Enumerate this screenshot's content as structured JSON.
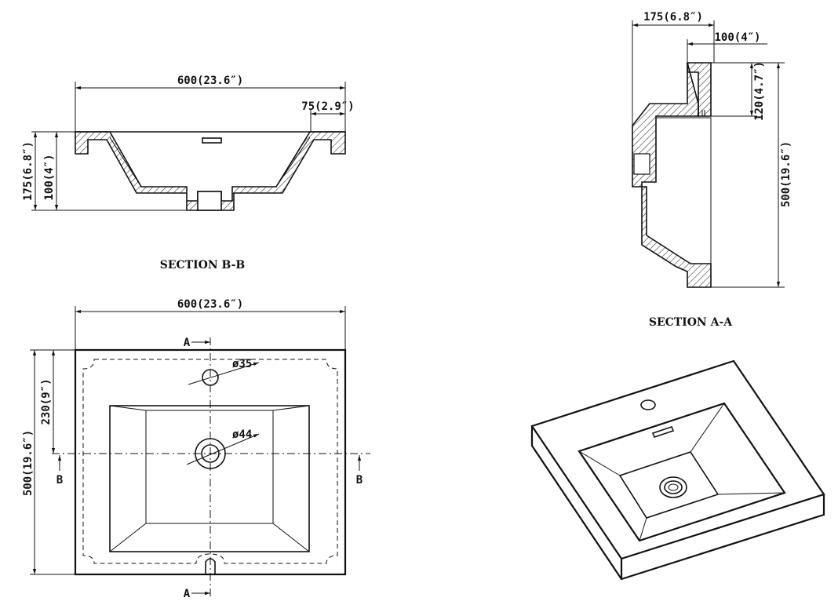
{
  "section_bb": {
    "title": "SECTION B-B",
    "width_label": "600(23.6″)",
    "rim_label": "75(2.9″)",
    "height_label": "175(6.8″)",
    "depth_label": "100(4″)"
  },
  "section_aa": {
    "title": "SECTION A-A",
    "top_label": "175(6.8″)",
    "depth_label": "100(4″)",
    "faucet_label": "120(4.7″)",
    "length_label": "500(19.6″)"
  },
  "plan": {
    "width_label": "600(23.6″)",
    "length_label": "500(19.6″)",
    "offset_label": "230(9″)",
    "faucet_hole_label": "ø35",
    "drain_label": "ø44",
    "cut_a": "A",
    "cut_b": "B"
  },
  "colors": {
    "line": "#111111",
    "background": "#ffffff"
  }
}
